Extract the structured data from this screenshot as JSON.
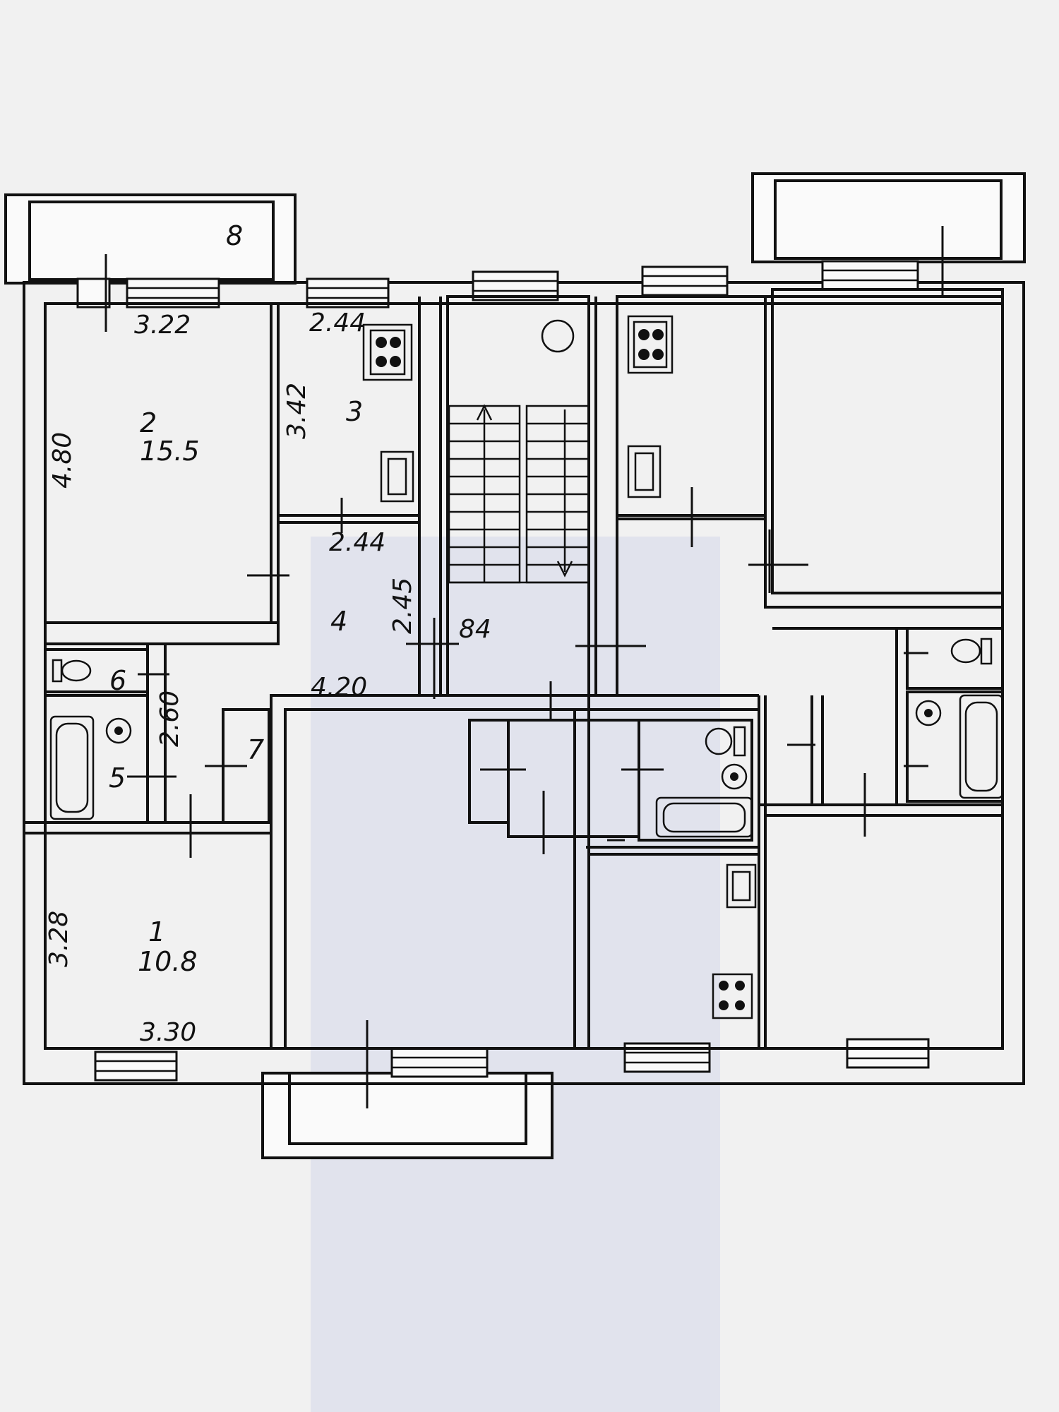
{
  "plan": {
    "background": "#f1f1f1",
    "line_color": "#111111",
    "shadow_color": "#c9cde6",
    "rooms": [
      {
        "id": "room-1",
        "number": "1",
        "area": "10.8"
      },
      {
        "id": "room-2",
        "number": "2",
        "area": "15.5"
      },
      {
        "id": "room-3",
        "number": "3"
      },
      {
        "id": "room-4",
        "number": "4"
      },
      {
        "id": "room-5",
        "number": "5"
      },
      {
        "id": "room-6",
        "number": "6"
      },
      {
        "id": "room-7",
        "number": "7"
      },
      {
        "id": "balcony-8",
        "number": "8"
      }
    ],
    "dimensions": {
      "room2_width": "3.22",
      "room2_height": "4.80",
      "kitchen_width": "2.44",
      "kitchen_height": "3.42",
      "hall_width": "2.44",
      "hall_height": "2.45",
      "hall_length": "4.20",
      "bath_height": "2.60",
      "room1_height": "3.28",
      "room1_width": "3.30",
      "door_width": "84"
    },
    "fixtures": [
      "stove-icon",
      "sink-icon",
      "toilet-icon",
      "bathtub-icon",
      "washbasin-icon",
      "round-vent-icon",
      "staircase-arrow-icon"
    ]
  }
}
